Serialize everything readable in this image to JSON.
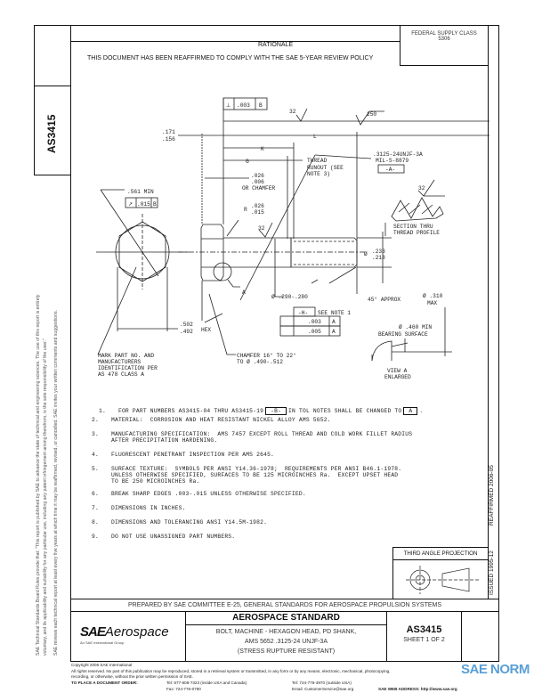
{
  "header": {
    "federal_supply_class_label": "FEDERAL SUPPLY CLASS",
    "federal_supply_class_value": "5306",
    "rationale_title": "RATIONALE",
    "rationale_text": "THIS DOCUMENT HAS BEEN REAFFIRMED TO COMPLY WITH THE SAE 5-YEAR REVIEW POLICY"
  },
  "side_doc_number": "AS3415",
  "disclaimer": {
    "line1": "SAE Technical Standards Board Rules provide that: \"This report is published by SAE to advance the state of technical and engineering sciences. The use of this report is entirely",
    "line2": "voluntary, and its applicability and suitability for any particular use, including any patent infringement arising therefrom, is the sole responsibility of the user.\"",
    "line3": "SAE reviews each technical report at least every five years at which time it may be reaffirmed, revised, or cancelled. SAE invites your written comments and suggestions."
  },
  "issue_strip": {
    "issued": "ISSUED 1995-12",
    "reaffirmed": "REAFFIRMED 2006-05"
  },
  "drawing": {
    "perp_tol": ".003",
    "perp_datum": "B",
    "perp_symbol": "⊥",
    "surface_32_a": "32",
    "surface_250": "250",
    "surface_32_b": "32",
    "surface_32_c": "32",
    "dim_171": ".171",
    "dim_156": ".156",
    "dim_L": "L",
    "dim_K": "K",
    "dim_G": "G",
    "thread_runout_1": "THREAD",
    "thread_runout_2": "RUNOUT (SEE",
    "thread_runout_3": "NOTE 3)",
    "dim_026": ".026",
    "dim_006": ".006",
    "or_chamfer": "OR CHAMFER",
    "radius_R": "R",
    "radius_026": ".026",
    "radius_015": ".015",
    "min_561": ".561 MIN",
    "runout_tol": ".015",
    "runout_datum": "B",
    "runout_symbol": "↗",
    "thread_spec": ".3125-24UNJF-3A",
    "thread_mil": "MIL-S-8879",
    "datum_A": "-A-",
    "section_1": "SECTION THRU",
    "section_2": "THREAD PROFILE",
    "dia_233": ".233",
    "dia_218": ".218",
    "dia_symbol": "Ø",
    "shank_dia": "Ø .290-.280",
    "approx_45": "45° APPROX",
    "dia_310": "Ø .310",
    "max": "MAX",
    "datum_H": "-H-",
    "see_note_1": "SEE NOTE 1",
    "fcf_1_tol": ".003",
    "fcf_1_datum": "A",
    "fcf_2_tol": ".005",
    "fcf_2_datum": "A",
    "dia_460": "Ø .460 MIN",
    "bearing_surface": "BEARING SURFACE",
    "view_a_1": "VIEW A",
    "view_a_2": "ENLARGED",
    "detail_A": "A",
    "hex_502": ".502",
    "hex_492": ".492",
    "hex": "HEX",
    "mark_1": "MARK PART NO. AND",
    "mark_2": "MANUFACTURERS",
    "mark_3": "IDENTIFICATION PER",
    "mark_4": "AS 478 CLASS A",
    "chamfer_1": "CHAMFER 16° TO 22°",
    "chamfer_2": "TO Ø .490-.512"
  },
  "notes": [
    {
      "num": "1.",
      "pre": "FOR PART NUMBERS AS3415-04 THRU AS3415-19",
      "box1": "-B-",
      "mid": "IN TOL NOTES SHALL BE CHANGED TO",
      "box2": "A",
      "post": "."
    },
    {
      "num": "2.",
      "text": "MATERIAL:  CORROSION AND HEAT RESISTANT NICKEL ALLOY AMS 5652."
    },
    {
      "num": "3.",
      "text": "MANUFACTURING SPECIFICATION:  AMS 7457 EXCEPT ROLL THREAD AND COLD WORK FILLET RADIUS",
      "text2": "AFTER PRECIPITATION HARDENING."
    },
    {
      "num": "4.",
      "text": "FLUORESCENT PENETRANT INSPECTION PER AMS 2645."
    },
    {
      "num": "5.",
      "text": "SURFACE TEXTURE:  SYMBOLS PER ANSI Y14.36-1978;  REQUIREMENTS PER ANSI B46.1-1978.",
      "text2": "UNLESS OTHERWISE SPECIFIED, SURFACES TO BE 125 MICROINCHES Ra.  EXCEPT UPSET HEAD",
      "text3": "TO BE 250 MICROINCHES Ra."
    },
    {
      "num": "6.",
      "text": "BREAK SHARP EDGES .003-.015 UNLESS OTHERWISE SPECIFIED."
    },
    {
      "num": "7.",
      "text": "DIMENSIONS IN INCHES."
    },
    {
      "num": "8.",
      "text": "DIMENSIONS AND TOLERANCING ANSI Y14.5M-1982."
    },
    {
      "num": "9.",
      "text": "DO NOT USE UNASSIGNED PART NUMBERS."
    }
  ],
  "projection": {
    "label": "THIRD ANGLE PROJECTION"
  },
  "title_block": {
    "prepared_by": "PREPARED BY SAE COMMITTEE E-25, GENERAL STANDARDS FOR AEROSPACE PROPULSION SYSTEMS",
    "logo_sae": "SAE",
    "logo_aerospace": "Aerospace",
    "logo_tagline": "An SAE International Group",
    "standard_type": "AEROSPACE STANDARD",
    "title_1": "BOLT, MACHINE - HEXAGON HEAD, PD SHANK,",
    "title_2": "AMS 5652  .3125-24 UNJF-3A",
    "title_3": "(STRESS RUPTURE RESISTANT)",
    "doc_number": "AS3415",
    "sheet": "SHEET 1 OF 2"
  },
  "footer": {
    "copyright": "Copyright 2006 SAE International",
    "rights_1": "All rights reserved. No part of this publication may be reproduced, stored in a retrieval system or transmitted, in any form or by any means, electronic, mechanical, photocopying,",
    "rights_2": "recording, or otherwise, without the prior written permission of SAE.",
    "order_label": "TO PLACE A DOCUMENT ORDER:",
    "tel_us": "Tel: 877-606-7323 (inside USA and Canada)",
    "tel_intl": "Tel: 724-776-4970 (outside USA)",
    "fax": "Fax: 724-776-0790",
    "email": "Email: CustomerService@sae.org",
    "web": "SAE WEB ADDRESS: http://www.sae.org",
    "watermark": "SAE NORM"
  }
}
